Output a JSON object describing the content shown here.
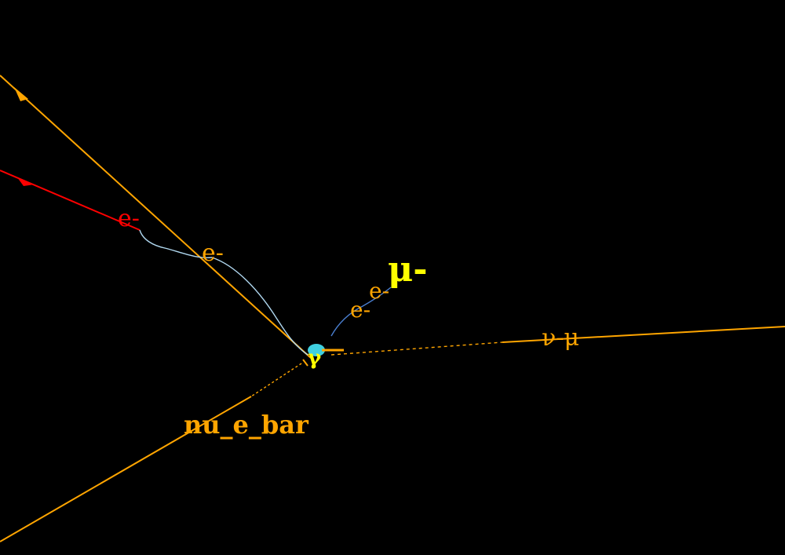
{
  "colors": {
    "background": "#000000",
    "orange": "#ffa500",
    "red": "#ff0000",
    "yellow": "#ffff00",
    "light_blue": "#b0d8f0",
    "blue": "#4a7fd0",
    "cyan": "#3fd0e0"
  },
  "labels": {
    "electron_red": "e-",
    "electron_orange": "e-",
    "muon": "μ-",
    "electron_small_1": "e-",
    "electron_small_2": "e-",
    "nu_mu": "ν-μ",
    "nu_e_bar": "nu_e_bar",
    "gamma": "γ"
  }
}
